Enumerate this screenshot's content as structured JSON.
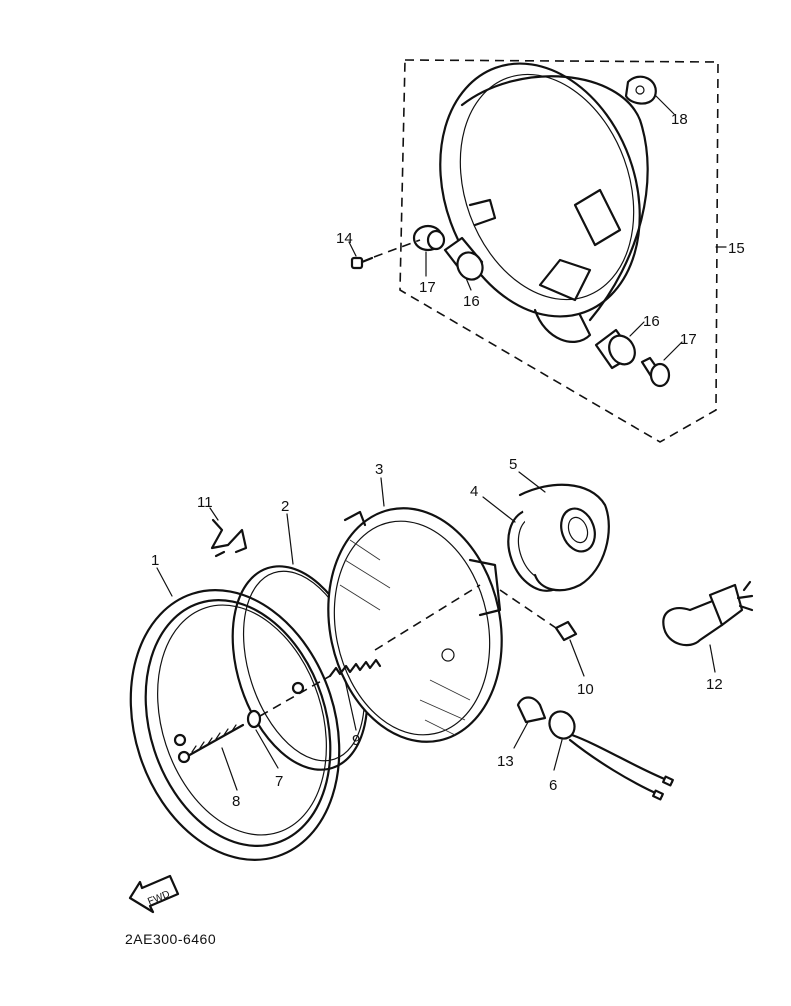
{
  "labels": {
    "p1": "1",
    "p2": "2",
    "p3": "3",
    "p4": "4",
    "p5": "5",
    "p6": "6",
    "p7": "7",
    "p8": "8",
    "p9": "9",
    "p10": "10",
    "p11": "11",
    "p12": "12",
    "p13": "13",
    "p14": "14",
    "p15": "15",
    "p16a": "16",
    "p16b": "16",
    "p17a": "17",
    "p17b": "17",
    "p18": "18"
  },
  "fwd_text": "FWD",
  "drawing_code": "2AE300-6460"
}
